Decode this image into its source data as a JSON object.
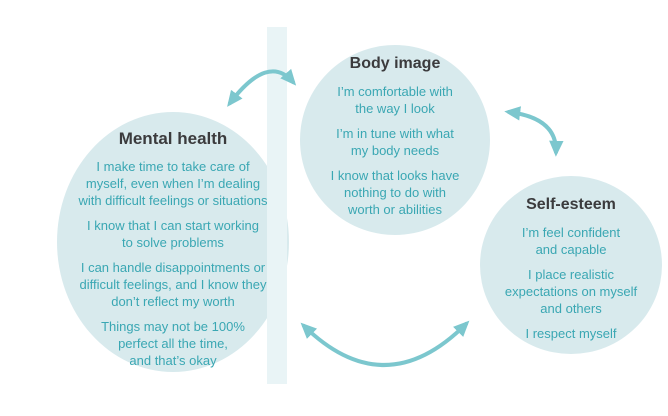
{
  "colors": {
    "background": "#ffffff",
    "circle-fill": "#d8eaed",
    "stripe": "#e9f4f6",
    "heading": "#3b3b3d",
    "statement-text": "#3aa7b3",
    "arrow": "#7cc7ce"
  },
  "diagram": {
    "type": "cycle",
    "nodes": [
      {
        "id": "mental-health",
        "title": "Mental health",
        "items": [
          "I make time to take care of\nmyself, even when I’m dealing\nwith difficult feelings or situations",
          "I know that I can start working\nto solve problems",
          "I can handle disappointments or\ndifficult feelings, and I know they\ndon’t reflect my worth",
          "Things may not be 100%\nperfect all the time,\nand that’s okay"
        ]
      },
      {
        "id": "body-image",
        "title": "Body image",
        "items": [
          "I’m comfortable with\nthe way I look",
          "I’m in tune with what\nmy body needs",
          "I know that looks have\nnothing to do with\nworth or abilities"
        ]
      },
      {
        "id": "self-esteem",
        "title": "Self-esteem",
        "items": [
          "I’m feel confident\nand capable",
          "I place realistic\nexpectations on myself\nand others",
          "I respect myself"
        ]
      }
    ],
    "arrows": [
      {
        "name": "mental-health-body-image",
        "direction": "bidirectional"
      },
      {
        "name": "body-image-self-esteem",
        "direction": "bidirectional"
      },
      {
        "name": "self-esteem-mental-health",
        "direction": "bidirectional"
      }
    ]
  }
}
